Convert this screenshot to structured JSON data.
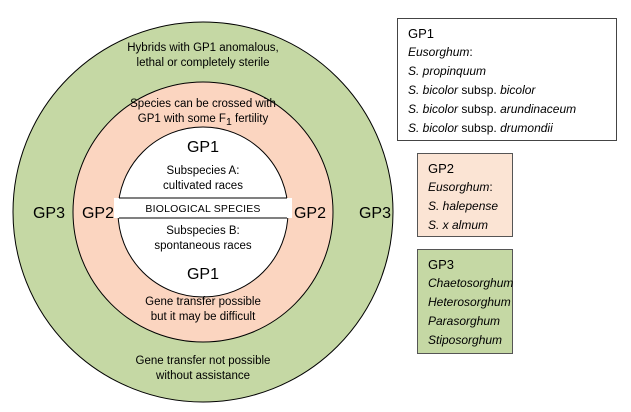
{
  "diagram": {
    "colors": {
      "gp3_ring": "#c5d8a4",
      "gp2_ring": "#fbd5c0",
      "gp1_core": "#ffffff",
      "stroke": "#000000"
    },
    "outer_ring": {
      "left_label": "GP3",
      "right_label": "GP3",
      "top_note": [
        "Hybrids with GP1 anomalous,",
        "lethal or completely sterile"
      ],
      "bottom_note": [
        "Gene transfer not possible",
        "without assistance"
      ]
    },
    "middle_ring": {
      "left_label": "GP2",
      "right_label": "GP2",
      "top_note_line1": "Species can be crossed with",
      "top_note_line2_before": "GP1 with some F",
      "top_note_line2_sub": "1",
      "top_note_line2_after": " fertility",
      "bottom_note": [
        "Gene transfer possible",
        "but it may be difficult"
      ]
    },
    "core": {
      "top_label": "GP1",
      "bottom_label": "GP1",
      "subspecies_a": [
        "Subspecies A:",
        "cultivated races"
      ],
      "band_label": "BIOLOGICAL SPECIES",
      "subspecies_b": [
        "Subspecies B:",
        "spontaneous races"
      ]
    }
  },
  "legend": {
    "gp1": {
      "title": "GP1",
      "genus": "Eusorghum",
      "genus_suffix": ":",
      "species": [
        {
          "name": "S. propinquum",
          "sub": "",
          "subname": ""
        },
        {
          "name": "S. bicolor",
          "sub": " subsp. ",
          "subname": "bicolor"
        },
        {
          "name": "S. bicolor",
          "sub": " subsp. ",
          "subname": "arundinaceum"
        },
        {
          "name": "S. bicolor",
          "sub": " subsp. ",
          "subname": "drumondii"
        }
      ]
    },
    "gp2": {
      "title": "GP2",
      "genus": "Eusorghum",
      "genus_suffix": ":",
      "species": [
        "S. halepense",
        "S. x almum"
      ]
    },
    "gp3": {
      "title": "GP3",
      "genera": [
        "Chaetosorghum",
        "Heterosorghum",
        "Parasorghum",
        "Stiposorghum"
      ]
    }
  }
}
